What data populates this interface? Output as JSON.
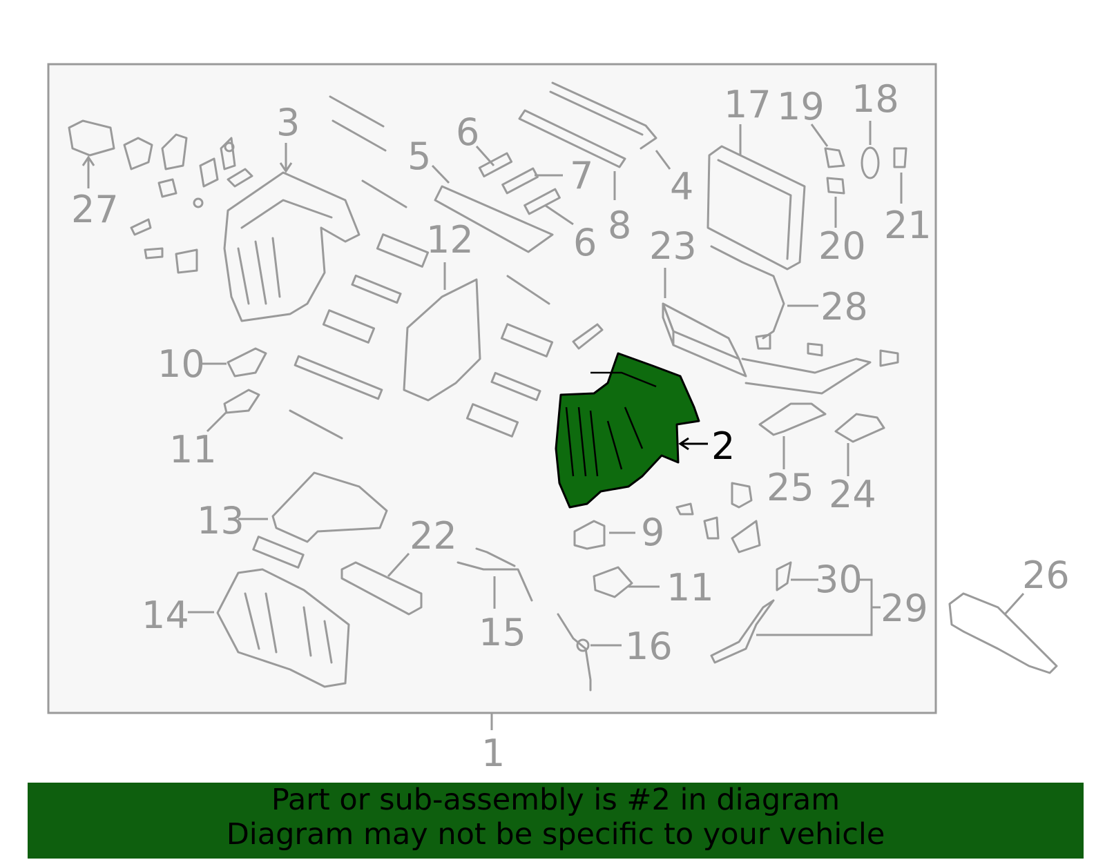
{
  "diagram": {
    "highlighted_part": "2",
    "colors": {
      "frame_bg": "#f7f7f7",
      "line_gray": "#9a9a9a",
      "highlight_fill": "#0e6b0e",
      "banner_bg": "#0e5f0e",
      "banner_text": "#000000"
    },
    "callouts": {
      "c1": "1",
      "c2": "2",
      "c3": "3",
      "c4": "4",
      "c5": "5",
      "c6a": "6",
      "c6b": "6",
      "c7": "7",
      "c8": "8",
      "c9": "9",
      "c10": "10",
      "c11a": "11",
      "c11b": "11",
      "c12": "12",
      "c13": "13",
      "c14": "14",
      "c15": "15",
      "c16": "16",
      "c17": "17",
      "c18": "18",
      "c19": "19",
      "c20": "20",
      "c21": "21",
      "c22": "22",
      "c23": "23",
      "c24": "24",
      "c25": "25",
      "c26": "26",
      "c27": "27",
      "c28": "28",
      "c29": "29",
      "c30": "30"
    }
  },
  "banner": {
    "line1": "Part or sub-assembly is #2 in diagram",
    "line2": "Diagram may not be specific to your vehicle"
  }
}
